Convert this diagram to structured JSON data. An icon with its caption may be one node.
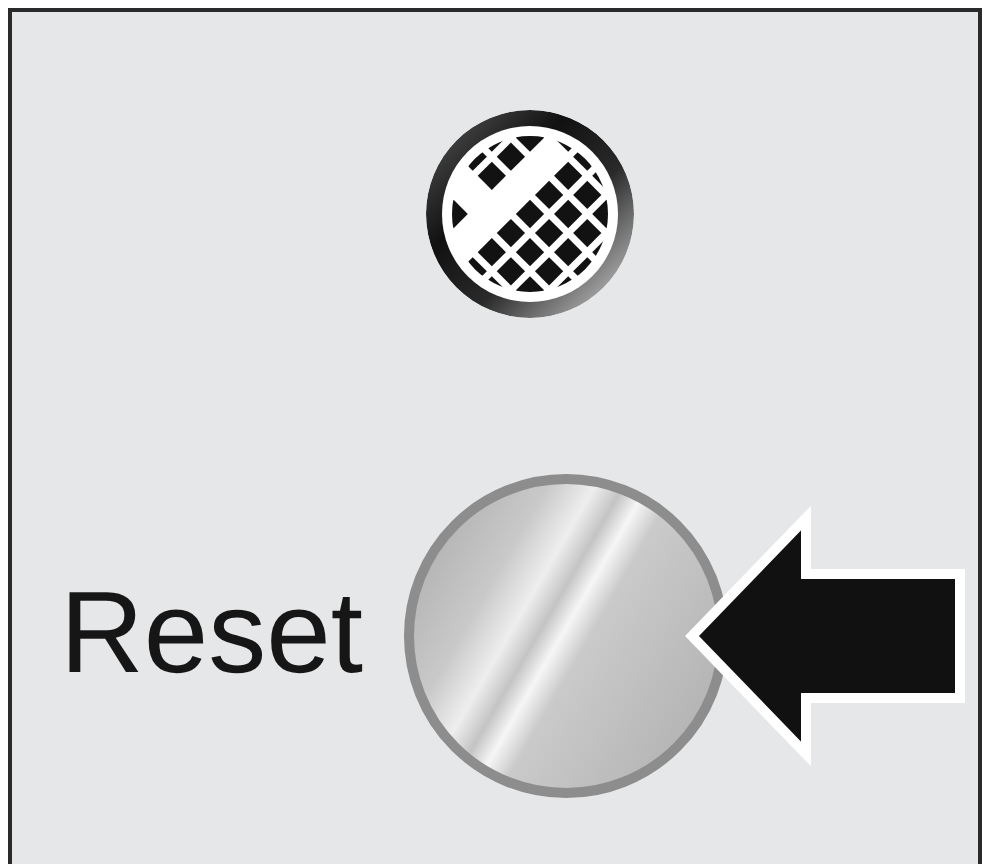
{
  "diagram": {
    "nodes": [
      {
        "text": [],
        "shape": "circle"
      },
      {
        "text": [],
        "shape": "circle",
        "beside": [
          "Reset"
        ]
      }
    ],
    "edges": [
      {
        "from": null,
        "to": 1,
        "arrow": "to"
      }
    ]
  }
}
